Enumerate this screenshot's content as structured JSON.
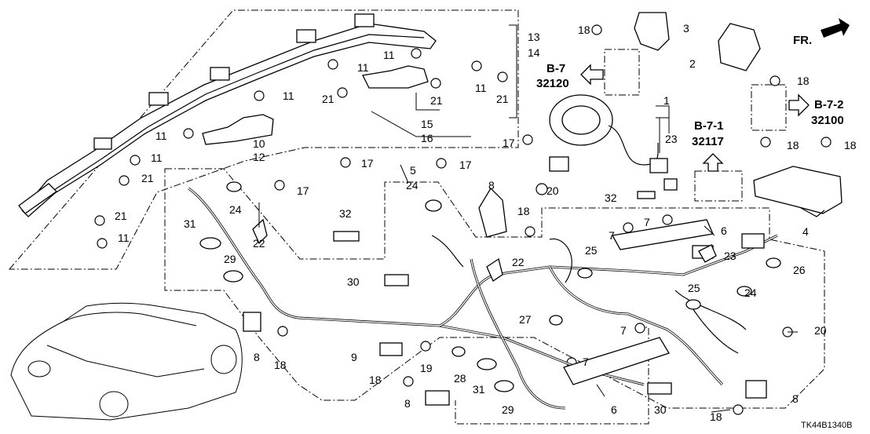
{
  "diagram": {
    "code": "TK44B1340B",
    "direction_label": "FR.",
    "callouts": [
      "1",
      "2",
      "3",
      "4",
      "5",
      "6",
      "7",
      "8",
      "9",
      "10",
      "11",
      "12",
      "13",
      "14",
      "15",
      "16",
      "17",
      "18",
      "19",
      "20",
      "21",
      "22",
      "23",
      "24",
      "25",
      "26",
      "27",
      "28",
      "29",
      "30",
      "31",
      "32"
    ],
    "refs": [
      {
        "section": "B-7",
        "number": "32120"
      },
      {
        "section": "B-7-1",
        "number": "32117"
      },
      {
        "section": "B-7-2",
        "number": "32100"
      }
    ]
  }
}
